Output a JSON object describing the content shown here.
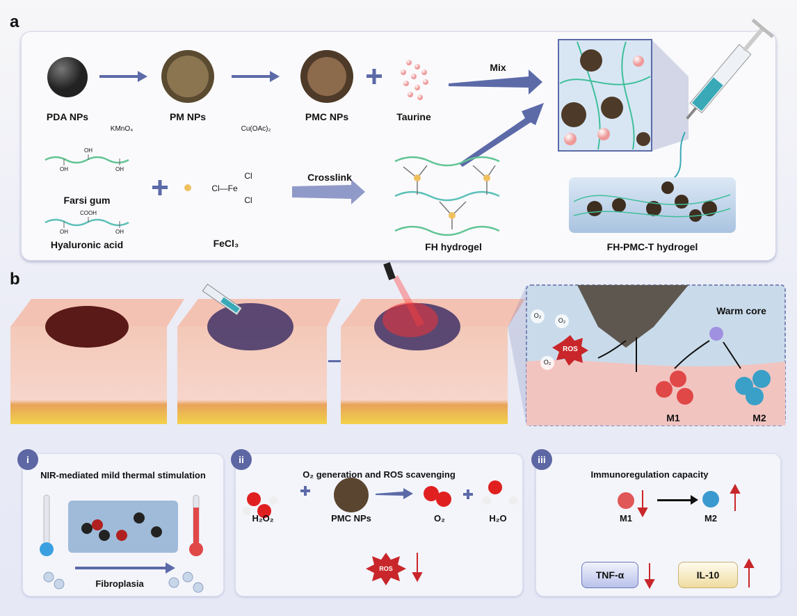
{
  "panel_a": {
    "letter": "a",
    "pda": "PDA NPs",
    "pm": "PM NPs",
    "pmc": "PMC NPs",
    "taurine": "Taurine",
    "kmno4": "KMnO₄",
    "cuoac": "Cu(OAc)₂",
    "mix": "Mix",
    "farsi": "Farsi gum",
    "hyaluronic": "Hyaluronic acid",
    "fecl3": "FeCl₃",
    "fecl3_struct": "Cl—Fe",
    "cl1": "Cl",
    "cl2": "Cl",
    "oh": "OH",
    "cooh": "COOH",
    "crosslink": "Crosslink",
    "fh": "FH hydrogel",
    "fhpmct": "FH-PMC-T hydrogel"
  },
  "panel_b": {
    "letter": "b",
    "o2": "O₂",
    "ros": "ROS",
    "warm_core": "Warm core",
    "m1": "M1",
    "m2": "M2"
  },
  "sub_i": {
    "badge": "i",
    "title": "NIR-mediated mild thermal stimulation",
    "fibroplasia": "Fibroplasia"
  },
  "sub_ii": {
    "badge": "ii",
    "title": "O₂ generation and ROS scavenging",
    "h2o2": "H₂O₂",
    "pmc": "PMC NPs",
    "o2": "O₂",
    "h2o": "H₂O",
    "ros": "ROS"
  },
  "sub_iii": {
    "badge": "iii",
    "title": "Immunoregulation capacity",
    "m1": "M1",
    "m2": "M2",
    "tnf": "TNF-α",
    "il10": "IL-10"
  },
  "colors": {
    "arrow": "#5c6aa8",
    "red": "#c8262a",
    "badge": "#5c67a3"
  }
}
